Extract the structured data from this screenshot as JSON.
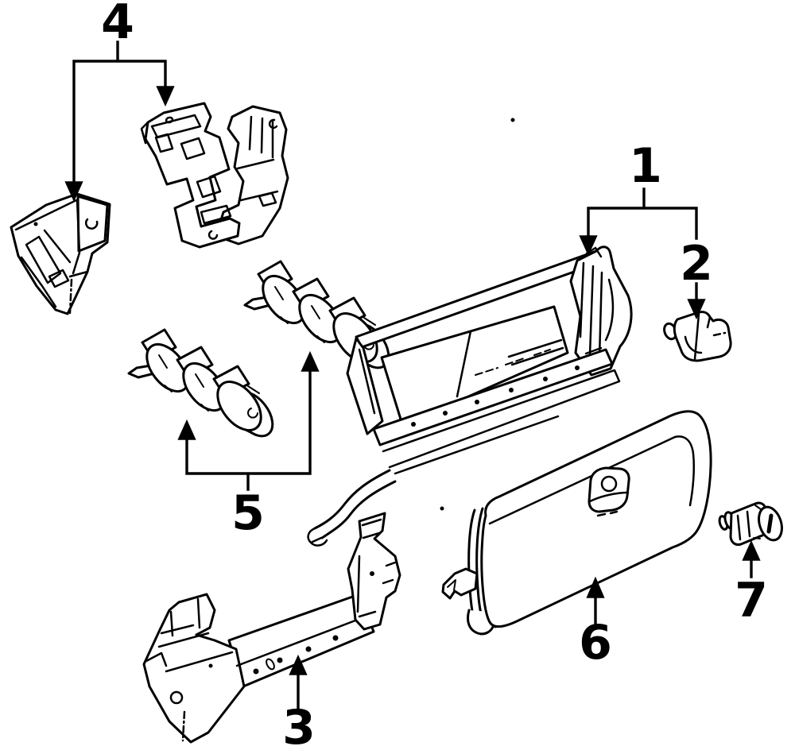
{
  "diagram": {
    "kind": "exploded-parts-line-drawing",
    "background_color": "#ffffff",
    "ink_color": "#000000",
    "callouts": [
      {
        "label": "1",
        "points_to": "glove-box-housing"
      },
      {
        "label": "2",
        "points_to": "door-check-stopper"
      },
      {
        "label": "3",
        "points_to": "lower-reinforcement-bar"
      },
      {
        "label": "4",
        "points_to": "mounting-brackets"
      },
      {
        "label": "5",
        "points_to": "cushion-clip-sets"
      },
      {
        "label": "6",
        "points_to": "glove-box-door"
      },
      {
        "label": "7",
        "points_to": "lock-cylinder"
      }
    ]
  }
}
